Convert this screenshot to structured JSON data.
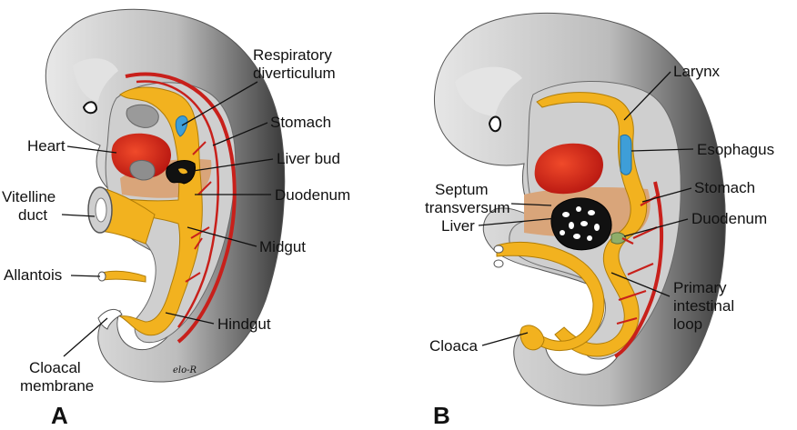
{
  "panel_a": {
    "letter": "A",
    "labels": {
      "respiratory_1": "Respiratory",
      "respiratory_2": "diverticulum",
      "stomach": "Stomach",
      "heart": "Heart",
      "liver_bud": "Liver bud",
      "vitelline_1": "Vitelline",
      "vitelline_2": "duct",
      "duodenum": "Duodenum",
      "midgut": "Midgut",
      "allantois": "Allantois",
      "hindgut": "Hindgut",
      "cloacal_1": "Cloacal",
      "cloacal_2": "membrane"
    },
    "signature": "elo-R"
  },
  "panel_b": {
    "letter": "B",
    "labels": {
      "larynx": "Larynx",
      "esophagus": "Esophagus",
      "septum_1": "Septum",
      "septum_2": "transversum",
      "stomach": "Stomach",
      "liver": "Liver",
      "duodenum": "Duodenum",
      "primary_1": "Primary",
      "primary_2": "intestinal",
      "primary_3": "loop",
      "cloaca": "Cloaca"
    }
  },
  "colors": {
    "body_gray": "#cdcdcd",
    "body_dark": "#4a4a4a",
    "gut_yellow": "#f2b21f",
    "septum_tan": "#d9a57a",
    "heart_red": "#d8261f",
    "vessel_red": "#c8201b",
    "diverticulum_blue": "#3e9ed8",
    "liver_black": "#111111"
  }
}
